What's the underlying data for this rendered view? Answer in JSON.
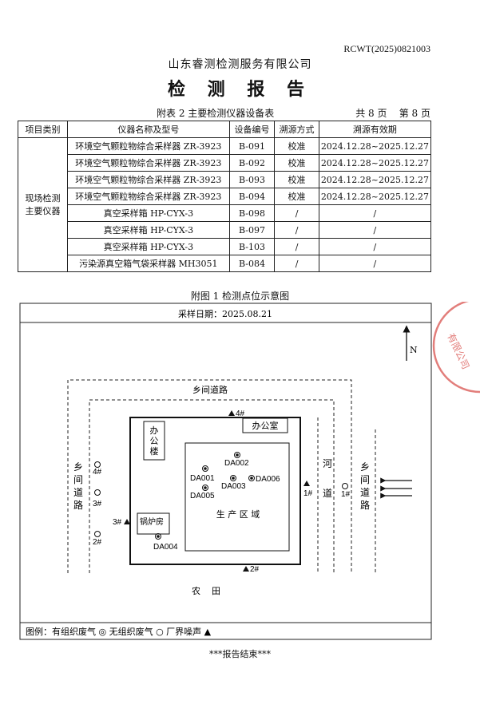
{
  "header": {
    "report_no": "RCWT(2025)0821003",
    "company": "山东睿测检测服务有限公司",
    "title": "检 测 报 告"
  },
  "table": {
    "caption": "附表 2  主要检测仪器设备表",
    "page_info": "共 8 页    第 8 页",
    "headers": [
      "项目类别",
      "仪器名称及型号",
      "设备编号",
      "溯源方式",
      "溯源有效期"
    ],
    "category": "现场检测\n主要仪器",
    "rows": [
      [
        "环境空气颗粒物综合采样器 ZR-3923",
        "B-091",
        "校准",
        "2024.12.28~2025.12.27"
      ],
      [
        "环境空气颗粒物综合采样器 ZR-3923",
        "B-092",
        "校准",
        "2024.12.28~2025.12.27"
      ],
      [
        "环境空气颗粒物综合采样器 ZR-3923",
        "B-093",
        "校准",
        "2024.12.28~2025.12.27"
      ],
      [
        "环境空气颗粒物综合采样器 ZR-3923",
        "B-094",
        "校准",
        "2024.12.28~2025.12.27"
      ],
      [
        "真空采样箱 HP-CYX-3",
        "B-098",
        "/",
        "/"
      ],
      [
        "真空采样箱 HP-CYX-3",
        "B-097",
        "/",
        "/"
      ],
      [
        "真空采样箱 HP-CYX-3",
        "B-103",
        "/",
        "/"
      ],
      [
        "污染源真空箱气袋采样器 MH3051",
        "B-084",
        "/",
        "/"
      ]
    ]
  },
  "diagram": {
    "caption": "附图 1  检测点位示意图",
    "sample_date": "采样日期：2025.08.21",
    "north": "N",
    "road_top": "乡间道路",
    "road_left": "乡间道路",
    "road_right": "乡间道路",
    "river": "河道",
    "office_bldg": "办公楼",
    "office_room": "办公室",
    "boiler": "锅炉房",
    "production": "生 产 区 域",
    "farmland": "农    田",
    "points": {
      "da001": "DA001",
      "da002": "DA002",
      "da003": "DA003",
      "da004": "DA004",
      "da005": "DA005",
      "da006": "DA006",
      "n1_left": "1#",
      "n2": "2#",
      "n3": "3#",
      "n4": "4#",
      "q1": "1#",
      "q2": "2#",
      "q3": "3#",
      "q4": "4#"
    },
    "legend": "图例：有组织废气 ◎ 无组织废气 ○ 厂界噪声 ▲"
  },
  "footer": {
    "end": "***报告结束***"
  },
  "stamp": {
    "text": "有限公司"
  }
}
